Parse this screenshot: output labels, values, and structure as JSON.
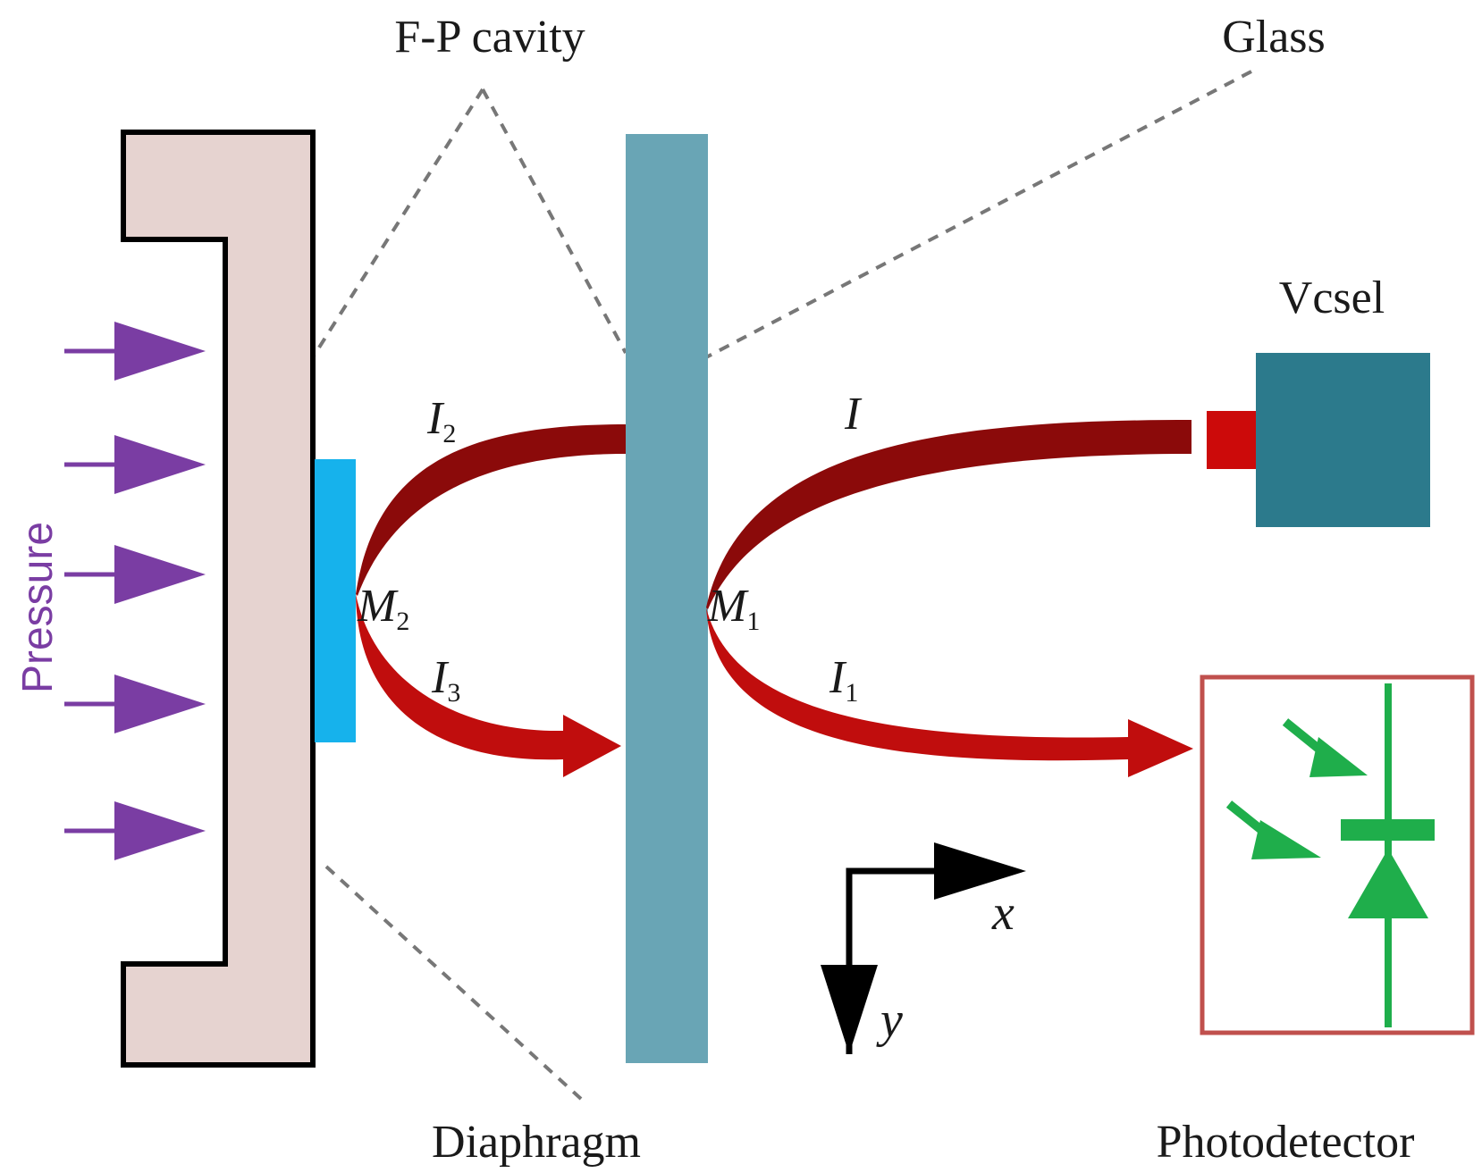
{
  "labels": {
    "fp_cavity": "F-P cavity",
    "glass": "Glass",
    "vcsel": "Vcsel",
    "diaphragm": "Diaphragm",
    "photodetector": "Photodetector",
    "pressure": "Pressure"
  },
  "beams": {
    "I": "I",
    "I2_base": "I",
    "I2_sub": "2",
    "I3_base": "I",
    "I3_sub": "3",
    "I1_base": "I",
    "I1_sub": "1"
  },
  "mirrors": {
    "M1_base": "M",
    "M1_sub": "1",
    "M2_base": "M",
    "M2_sub": "2"
  },
  "axes": {
    "x": "x",
    "y": "y"
  },
  "colors": {
    "housing_fill": "#e6d3d0",
    "glass_fill": "#69a5b5",
    "diaphragm_fill": "#16b2ec",
    "vcsel_fill": "#2c7a8c",
    "beam_dark": "#8b0a0a",
    "beam_red": "#c00d0d",
    "pressure_arrow": "#7a3da3",
    "photodiode_green": "#1fae4b",
    "detector_border": "#c0504d"
  }
}
